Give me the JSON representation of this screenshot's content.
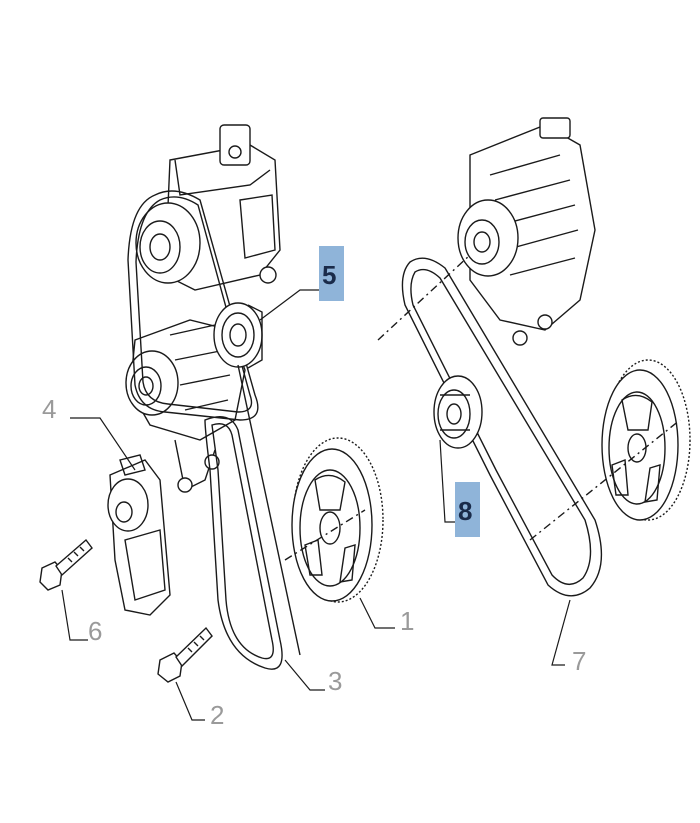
{
  "callouts": [
    {
      "id": "1",
      "label": "1",
      "highlighted": false
    },
    {
      "id": "2",
      "label": "2",
      "highlighted": false
    },
    {
      "id": "3",
      "label": "3",
      "highlighted": false
    },
    {
      "id": "4",
      "label": "4",
      "highlighted": false
    },
    {
      "id": "5",
      "label": "5",
      "highlighted": true
    },
    {
      "id": "6",
      "label": "6",
      "highlighted": false
    },
    {
      "id": "7",
      "label": "7",
      "highlighted": false
    },
    {
      "id": "8",
      "label": "8",
      "highlighted": true
    }
  ],
  "colors": {
    "line": "#1a1a1a",
    "callout_text": "#9a9a9a",
    "highlight_fill": "#8fb4d9",
    "highlight_text": "#1a2b4a"
  }
}
